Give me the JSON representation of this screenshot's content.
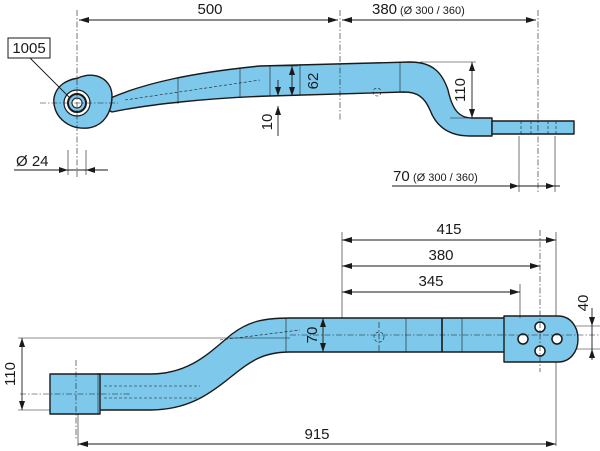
{
  "part_number": "1005",
  "top_view": {
    "length_front": "500",
    "length_rear": "380",
    "length_rear_alt": "(Ø 300 / 360)",
    "height_62": "62",
    "height_110": "110",
    "thickness_10": "10",
    "eye_diameter": "Ø 24",
    "end_length": "70",
    "end_length_alt": "(Ø 300 / 360)"
  },
  "bottom_view": {
    "dim_415": "415",
    "dim_380": "380",
    "dim_345": "345",
    "dim_40": "40",
    "dim_70": "70",
    "dim_110": "110",
    "dim_915": "915"
  },
  "colors": {
    "part_fill": "#7ec8ec",
    "line": "#1a1a1a"
  }
}
